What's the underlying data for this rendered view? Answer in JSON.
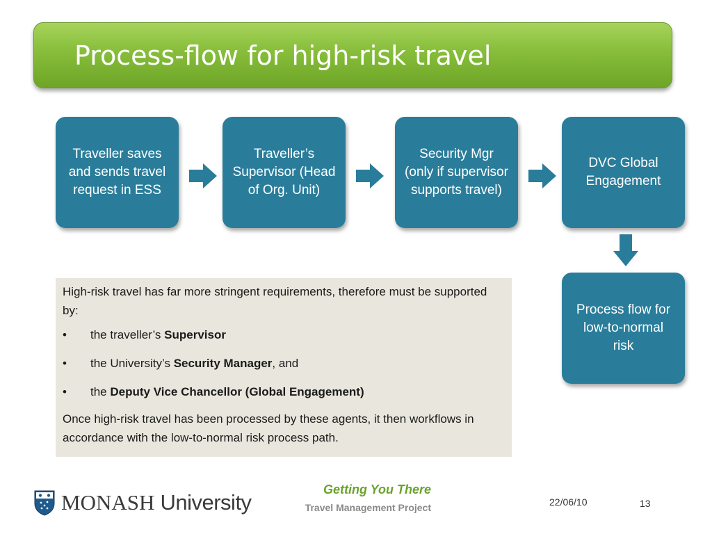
{
  "slide": {
    "title": "Process-flow for high-risk travel"
  },
  "flow": {
    "step1": "Traveller saves and sends travel request in ESS",
    "step2": "Traveller’s Supervisor (Head of Org. Unit)",
    "step3": "Security Mgr (only if supervisor supports travel)",
    "step4": "DVC Global Engagement",
    "step5": "Process flow for low-to-normal risk"
  },
  "info": {
    "intro": "High-risk travel has far more stringent requirements, therefore must be supported by:",
    "bullet_char": "•",
    "bullets": [
      {
        "pre": "the traveller’s ",
        "bold": "Supervisor",
        "post": ""
      },
      {
        "pre": "the University’s ",
        "bold": "Security Manager",
        "post": ", and"
      },
      {
        "pre": "the ",
        "bold": "Deputy Vice Chancellor (Global Engagement)",
        "post": ""
      }
    ],
    "outro": "Once high-risk travel has been processed by these agents, it then workflows in accordance with the low-to-normal risk process path."
  },
  "footer": {
    "logo_word1": "MONASH",
    "logo_word2": " University",
    "tagline": "Getting You There",
    "project": "Travel Management Project",
    "date": "22/06/10",
    "page": "13"
  },
  "colors": {
    "title_green": "#86bd3a",
    "box_teal": "#2a7d9a",
    "arrow_teal": "#2a7d9a",
    "info_bg": "#e9e7dd",
    "tagline_green": "#6aa32c"
  }
}
